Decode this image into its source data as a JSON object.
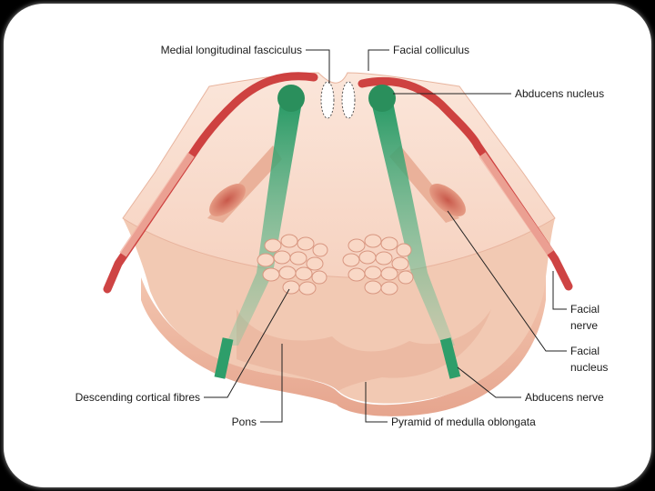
{
  "labels": {
    "mlf": "Medial longitudinal fasciculus",
    "facial_colliculus": "Facial colliculus",
    "abducens_nucleus": "Abducens nucleus",
    "facial_nerve_1": "Facial",
    "facial_nerve_2": "nerve",
    "facial_nucleus_1": "Facial",
    "facial_nucleus_2": "nucleus",
    "abducens_nerve": "Abducens nerve",
    "descending_cortical": "Descending cortical fibres",
    "pons": "Pons",
    "pyramid": "Pyramid of medulla oblongata"
  },
  "colors": {
    "tissue_light": "#f9dccc",
    "tissue_mid": "#f0bfa6",
    "tissue_dark": "#e3a08a",
    "nerve_red": "#c93030",
    "nerve_green": "#2e9e6a",
    "nucleus": "#d98a74"
  }
}
